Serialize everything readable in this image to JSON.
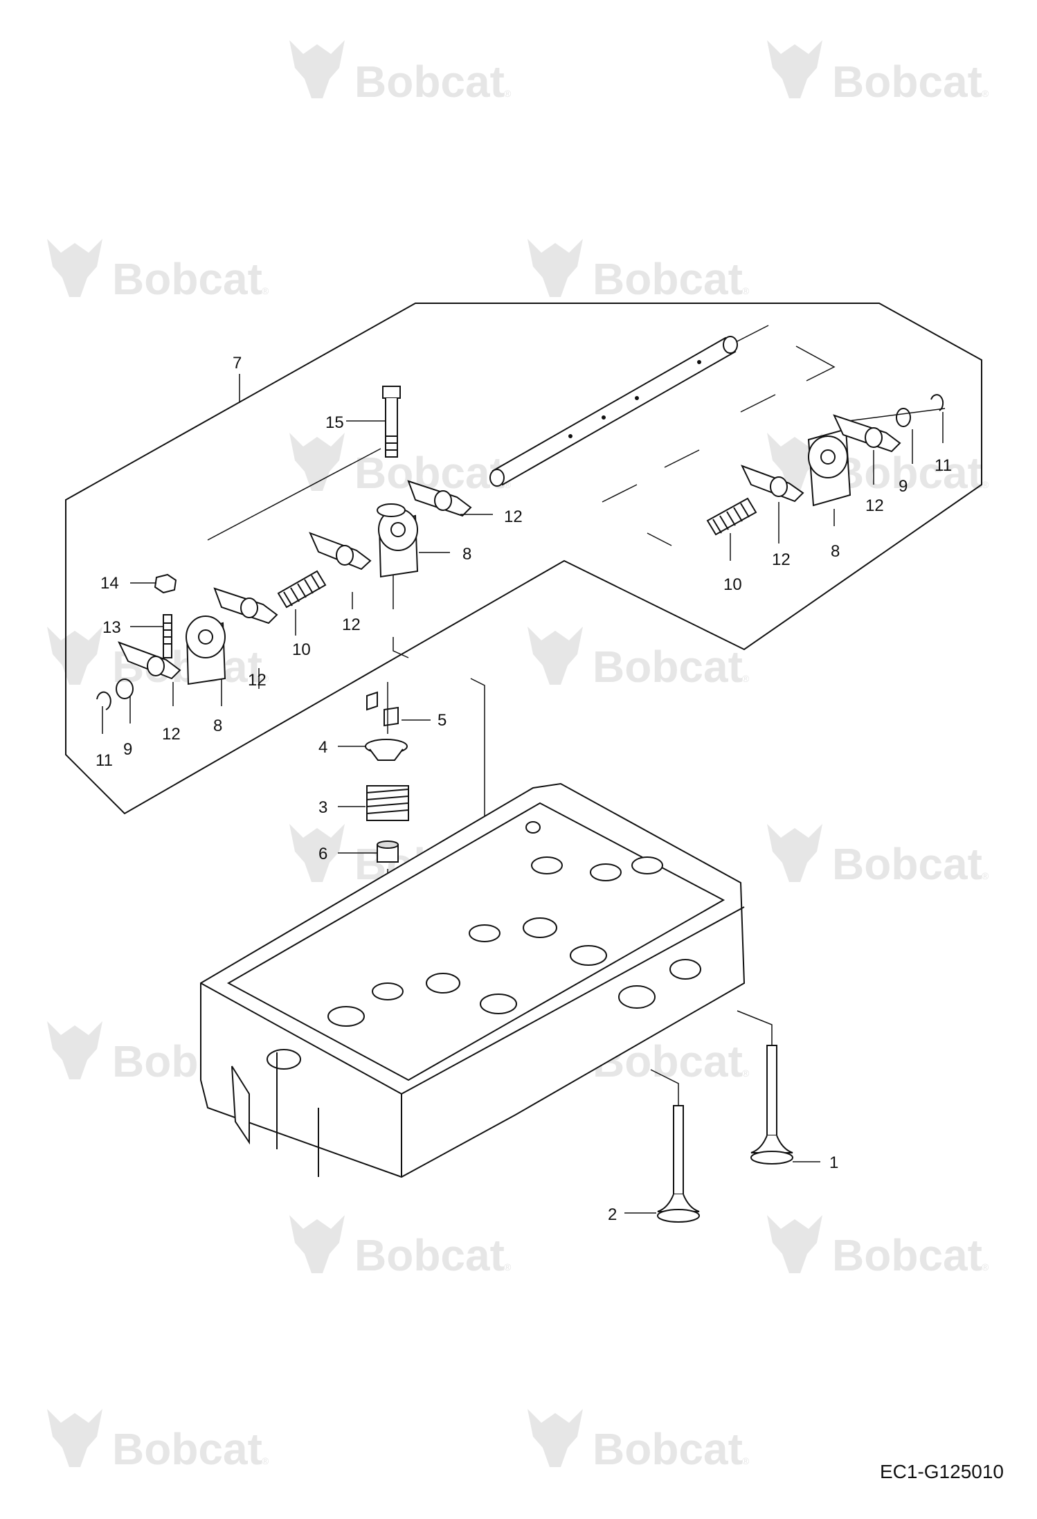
{
  "watermark": {
    "brand": "Bobcat",
    "reg": "®"
  },
  "drawing_code": "EC1-G125010",
  "callouts": {
    "c1": "1",
    "c2": "2",
    "c3": "3",
    "c4": "4",
    "c5": "5",
    "c6": "6",
    "c7": "7",
    "c8a": "8",
    "c8b": "8",
    "c8c": "8",
    "c9a": "9",
    "c9b": "9",
    "c10a": "10",
    "c10b": "10",
    "c11a": "11",
    "c11b": "11",
    "c12a": "12",
    "c12b": "12",
    "c12c": "12",
    "c12d": "12",
    "c12e": "12",
    "c12f": "12",
    "c13": "13",
    "c14": "14",
    "c15": "15"
  }
}
